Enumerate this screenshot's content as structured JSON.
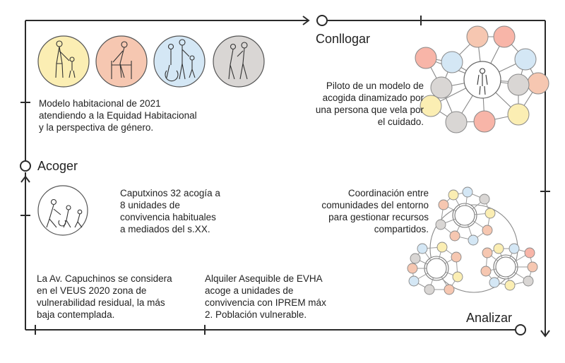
{
  "labels": {
    "conllogar": "Conllogar",
    "acoger": "Acoger",
    "analizar": "Analizar"
  },
  "texts": {
    "modelo": "Modelo habitacional de 2021\natendiendo a la Equidad Habitacional\ny la perspectiva de género.",
    "piloto": "Piloto de un modelo de\nacogida  dinamizado por\nuna persona que vela por\nel cuidado.",
    "caputxinos": "Caputxinos 32 acogía a\n8 unidades de\nconvivencia habituales\na mediados del s.XX.",
    "coordinacion": "Coordinación entre\ncomunidades del entorno\npara gestionar recursos\ncompartidos.",
    "av_capuchinos": "La Av. Capuchinos se considera\nen el VEUS 2020 zona de\nvulnerabilidad residual, la más\nbaja contemplada.",
    "alquiler": "Alquiler Asequible de EVHA\nacoge a unidades de\nconvivencia con IPREM máx\n2. Población vulnerable."
  },
  "colors": {
    "line": "#2a2a2a",
    "yellow": "#fbeeb3",
    "salmon": "#f6c7b1",
    "blue": "#d4e7f5",
    "gray": "#d9d6d4",
    "red": "#f8b5a8",
    "node_stroke": "#888888"
  },
  "icons": [
    "mother-child-figure-icon",
    "elderly-walker-figure-icon",
    "family-wheelchair-figure-icon",
    "elderly-couple-figure-icon",
    "person-figure-icon",
    "family-group-figure-icon"
  ]
}
